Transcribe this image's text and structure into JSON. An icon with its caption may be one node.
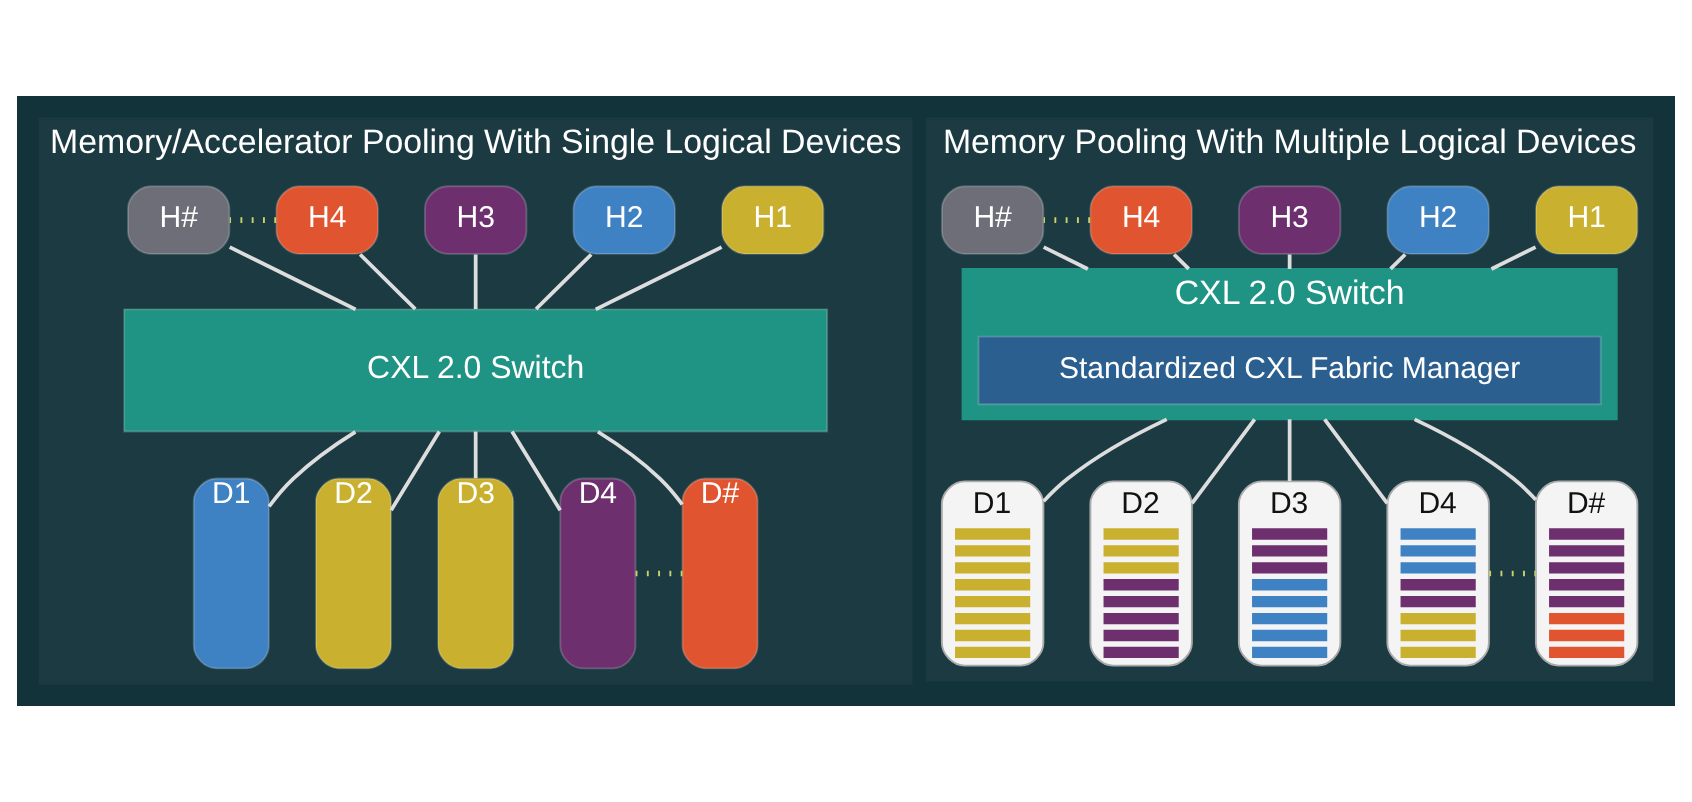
{
  "diagram": {
    "nodes": [
      {
        "text": [
          "Memory/Accelerator Pooling With Single Logical Devices"
        ]
      },
      {
        "text": [
          "H1"
        ],
        "in": 0
      },
      {
        "text": [
          "H2"
        ],
        "in": 0
      },
      {
        "text": [
          "H3"
        ],
        "in": 0
      },
      {
        "text": [
          "H4"
        ],
        "in": 0
      },
      {
        "text": [
          "H#"
        ],
        "in": 0
      },
      {
        "text": [
          "CXL 2.0 Switch"
        ],
        "in": 0
      },
      {
        "text": [
          "D1"
        ],
        "in": 0
      },
      {
        "text": [
          "D2"
        ],
        "in": 0
      },
      {
        "text": [
          "D3"
        ],
        "in": 0
      },
      {
        "text": [
          "D4"
        ],
        "in": 0
      },
      {
        "text": [
          "D#"
        ],
        "in": 0
      },
      {
        "text": [
          "Memory Pooling With Multiple Logical Devices"
        ]
      },
      {
        "text": [
          "H1"
        ],
        "in": 12
      },
      {
        "text": [
          "H2"
        ],
        "in": 12
      },
      {
        "text": [
          "H3"
        ],
        "in": 12
      },
      {
        "text": [
          "H4"
        ],
        "in": 12
      },
      {
        "text": [
          "H#"
        ],
        "in": 12
      },
      {
        "text": [
          "CXL 2.0 Switch"
        ],
        "in": 12
      },
      {
        "text": [
          "Standardized CXL Fabric Manager"
        ],
        "in": 18
      },
      {
        "text": [
          "D1"
        ],
        "in": 12
      },
      {
        "text": [
          "D2"
        ],
        "in": 12
      },
      {
        "text": [
          "D3"
        ],
        "in": 12
      },
      {
        "text": [
          "D4"
        ],
        "in": 12
      },
      {
        "text": [
          "D#"
        ],
        "in": 12
      }
    ],
    "edges": [
      {
        "from": 1,
        "to": 6,
        "arrow": "none"
      },
      {
        "from": 2,
        "to": 6,
        "arrow": "none"
      },
      {
        "from": 3,
        "to": 6,
        "arrow": "none"
      },
      {
        "from": 4,
        "to": 6,
        "arrow": "none"
      },
      {
        "from": 5,
        "to": 6,
        "arrow": "none"
      },
      {
        "from": 6,
        "to": 7,
        "arrow": "none"
      },
      {
        "from": 6,
        "to": 8,
        "arrow": "none"
      },
      {
        "from": 6,
        "to": 9,
        "arrow": "none"
      },
      {
        "from": 6,
        "to": 10,
        "arrow": "none"
      },
      {
        "from": 6,
        "to": 11,
        "arrow": "none"
      },
      {
        "from": 4,
        "to": 5,
        "arrow": "none",
        "style": "dashed",
        "color": "#c8d46a"
      },
      {
        "from": 10,
        "to": 11,
        "arrow": "none",
        "style": "dashed",
        "color": "#c8d46a"
      },
      {
        "from": 13,
        "to": 18,
        "arrow": "none"
      },
      {
        "from": 14,
        "to": 18,
        "arrow": "none"
      },
      {
        "from": 15,
        "to": 18,
        "arrow": "none"
      },
      {
        "from": 16,
        "to": 18,
        "arrow": "none"
      },
      {
        "from": 17,
        "to": 18,
        "arrow": "none"
      },
      {
        "from": 18,
        "to": 20,
        "arrow": "none"
      },
      {
        "from": 18,
        "to": 21,
        "arrow": "none"
      },
      {
        "from": 18,
        "to": 22,
        "arrow": "none"
      },
      {
        "from": 18,
        "to": 23,
        "arrow": "none"
      },
      {
        "from": 18,
        "to": 24,
        "arrow": "none"
      },
      {
        "from": 16,
        "to": 17,
        "arrow": "none",
        "style": "dashed",
        "color": "#c8d46a"
      },
      {
        "from": 23,
        "to": 24,
        "arrow": "none",
        "style": "dashed",
        "color": "#c8d46a"
      }
    ]
  }
}
